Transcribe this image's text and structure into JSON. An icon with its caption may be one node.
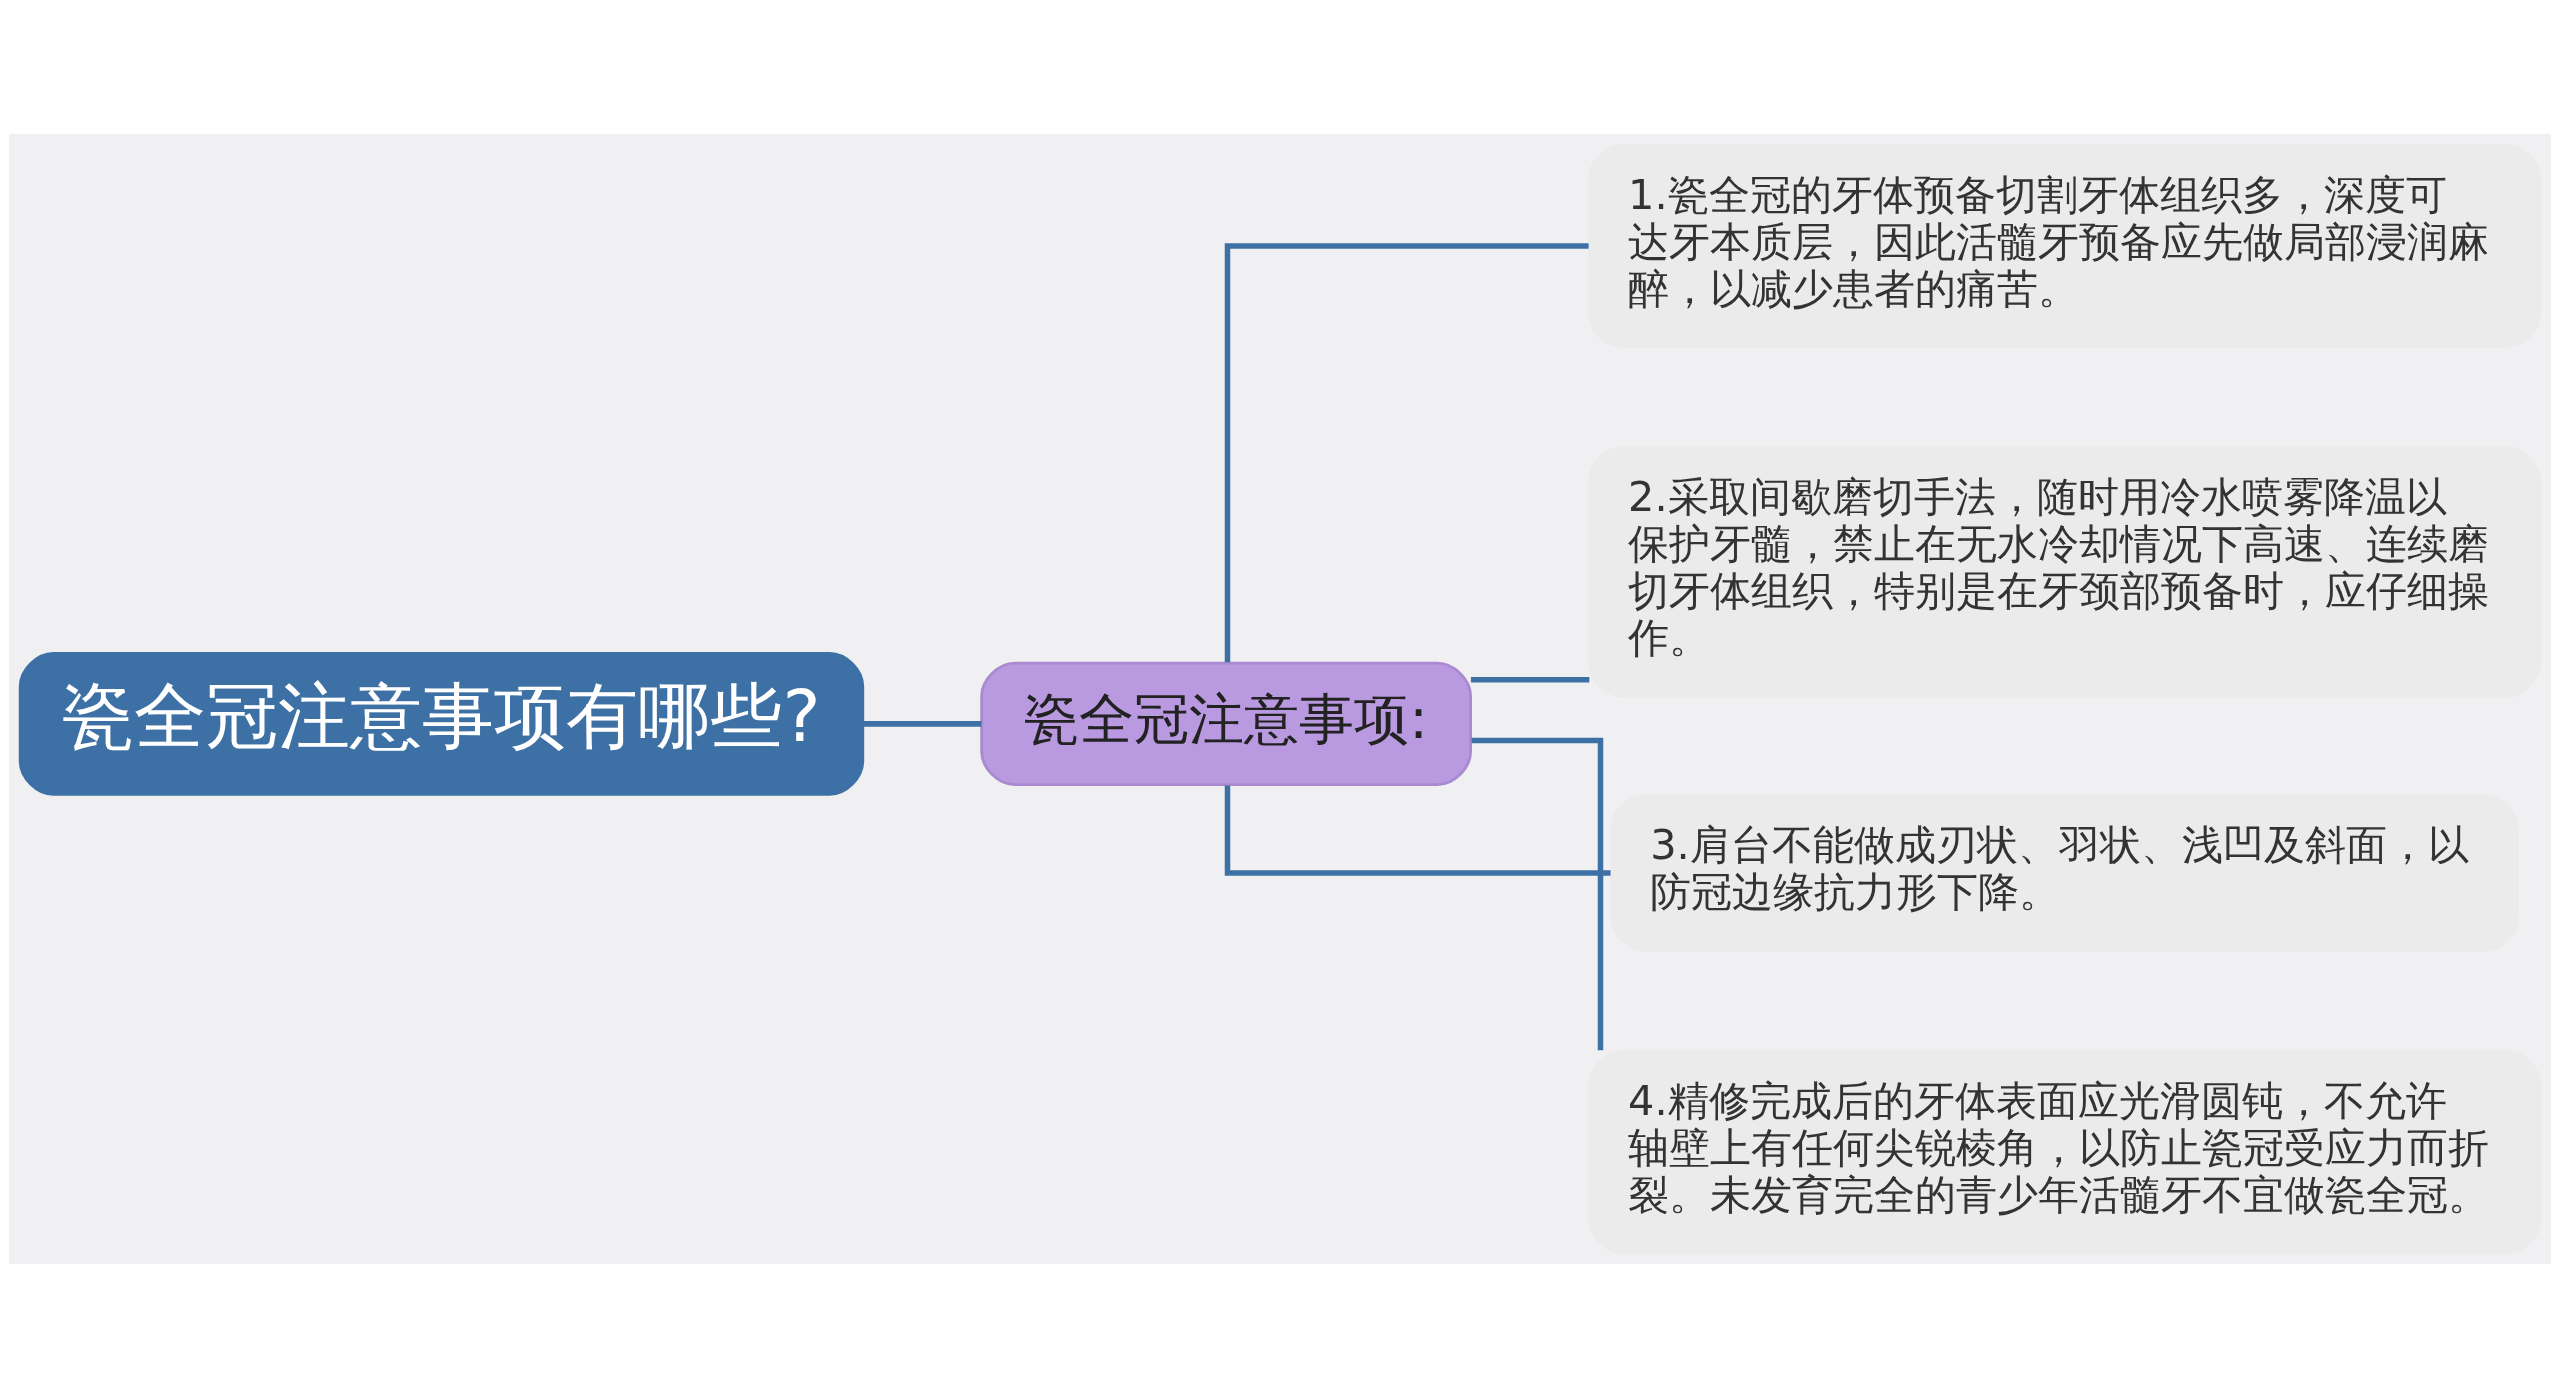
{
  "diagram": {
    "nodes": [
      {
        "text": [
          "瓷全冠注意事项有哪些?"
        ]
      },
      {
        "text": [
          "瓷全冠注意事项:"
        ]
      },
      {
        "text": [
          "1.瓷全冠的牙体预备切割牙体组织多，深度可达牙本质层，因此活髓牙预备应先做局部浸润麻醉，以减少患者的痛苦。"
        ]
      },
      {
        "text": [
          "2.采取间歇磨切手法，随时用冷水喷雾降温以保护牙髓，禁止在无水冷却情况下高速、连续磨切牙体组织，特别是在牙颈部预备时，应仔细操作。"
        ]
      },
      {
        "text": [
          "3.肩台不能做成刃状、羽状、浅凹及斜面，以防冠边缘抗力形下降。"
        ]
      },
      {
        "text": [
          "4.精修完成后的牙体表面应光滑圆钝，不允许轴壁上有任何尖锐棱角，以防止瓷冠受应力而折裂。未发育完全的青少年活髓牙不宜做瓷全冠。"
        ]
      }
    ],
    "edges": [
      {
        "from": 0,
        "to": 1,
        "arrow": "none"
      },
      {
        "from": 1,
        "to": 2,
        "arrow": "none"
      },
      {
        "from": 1,
        "to": 3,
        "arrow": "none"
      },
      {
        "from": 1,
        "to": 4,
        "arrow": "none"
      },
      {
        "from": 1,
        "to": 5,
        "arrow": "none"
      }
    ]
  }
}
